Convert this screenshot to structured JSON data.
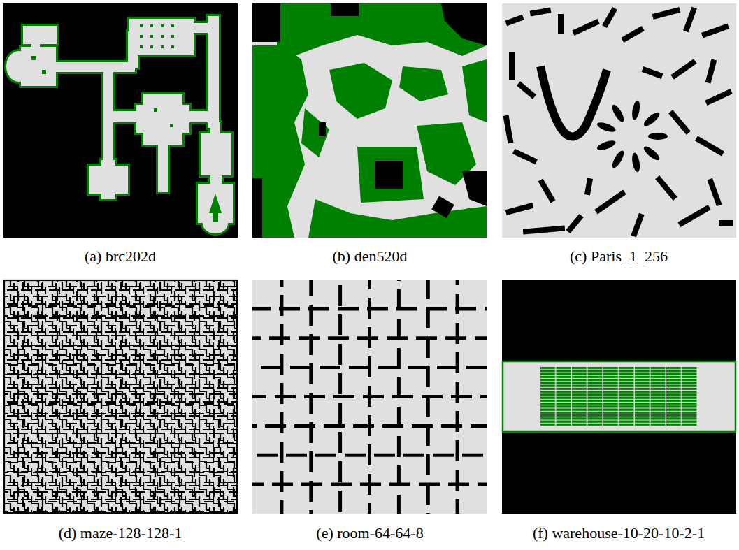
{
  "diagram": {
    "labels": [
      "(a) brc202d",
      "(b) den520d",
      "(c) Paris_1_256",
      "(d) maze-128-128-1",
      "(e) room-64-64-8",
      "(f) warehouse-10-20-10-2-1"
    ]
  }
}
